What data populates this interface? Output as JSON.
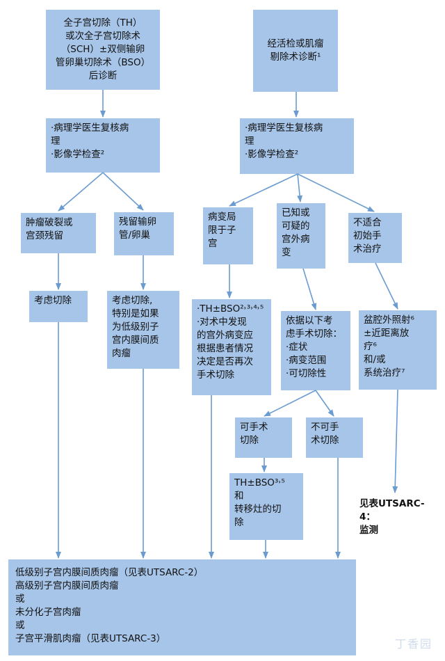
{
  "boxes": {
    "b1": "全子宫切除（TH）\n或次全子宫切除术\n（SCH）±双侧输卵\n管卵巢切除术（BSO）\n后诊断",
    "b2": "经活检或肌瘤\n剔除术诊断¹",
    "b3": "·病理学医生复核病\n理\n·影像学检查²",
    "b4": "·病理学医生复核病\n理\n·影像学检查²",
    "b5": "肿瘤破裂或\n宫颈残留",
    "b6": "残留输卵\n管/卵巢",
    "b7": "病变局\n限于子\n宫",
    "b8": "已知或\n可疑的\n宫外病\n变",
    "b9": "不适合\n初始手\n术治疗",
    "b10": "考虑切除",
    "b11": "考虑切除,\n特别是如果\n为低级别子\n宫内膜间质\n肉瘤",
    "b12": "·TH±BSO²˒³˒⁴˒⁵\n·对术中发现\n的宫外病变应\n根据患者情况\n决定是否再次\n手术切除",
    "b13": "依据以下考\n虑手术切除：\n·症状\n·病变范围\n·可切除性",
    "b14": "盆腔外照射⁶\n±近距离放\n疗⁶\n和/或\n系统治疗⁷",
    "b15": "可手术\n切除",
    "b16": "不可手\n术切除",
    "b17": "TH±BSO³˒⁵\n和\n转移灶的切\n除",
    "b18": "见表UTSARC-4：\n监测",
    "b19": "低级别子宫内膜间质肉瘤（见表UTSARC-2）\n高级别子宫内膜间质肉瘤\n或\n未分化子宫肉瘤\n或\n子宫平滑肌肉瘤（见表UTSARC-3）"
  },
  "watermark": "丁香园",
  "colors": {
    "box": "#a7c5e8",
    "arrow": "#6a9bd1"
  }
}
